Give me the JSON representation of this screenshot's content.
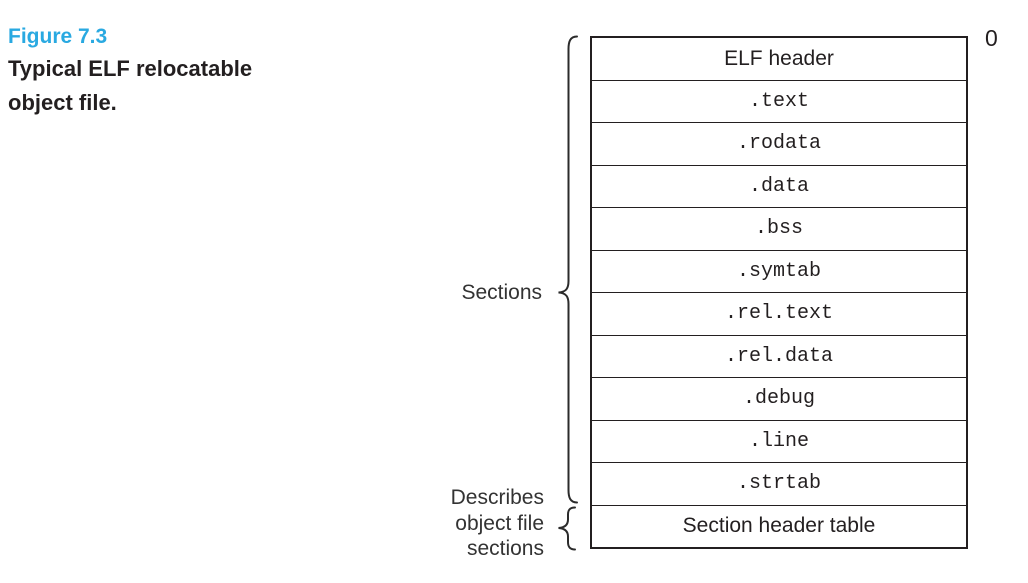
{
  "figure": {
    "label": "Figure 7.3",
    "title_line1": "Typical ELF relocatable",
    "title_line2": "object file."
  },
  "diagram": {
    "offset_label": "0",
    "sections_label": "Sections",
    "describes_lines": [
      "Describes",
      "object file",
      "sections"
    ],
    "rows": [
      {
        "label": "ELF header",
        "font": "sans"
      },
      {
        "label": ".text",
        "font": "mono"
      },
      {
        "label": ".rodata",
        "font": "mono"
      },
      {
        "label": ".data",
        "font": "mono"
      },
      {
        "label": ".bss",
        "font": "mono"
      },
      {
        "label": ".symtab",
        "font": "mono"
      },
      {
        "label": ".rel.text",
        "font": "mono"
      },
      {
        "label": ".rel.data",
        "font": "mono"
      },
      {
        "label": ".debug",
        "font": "mono"
      },
      {
        "label": ".line",
        "font": "mono"
      },
      {
        "label": ".strtab",
        "font": "mono"
      },
      {
        "label": "Section header table",
        "font": "sans"
      }
    ]
  },
  "colors": {
    "figure_label_blue": "#29a9e1",
    "ink": "#231f20"
  }
}
